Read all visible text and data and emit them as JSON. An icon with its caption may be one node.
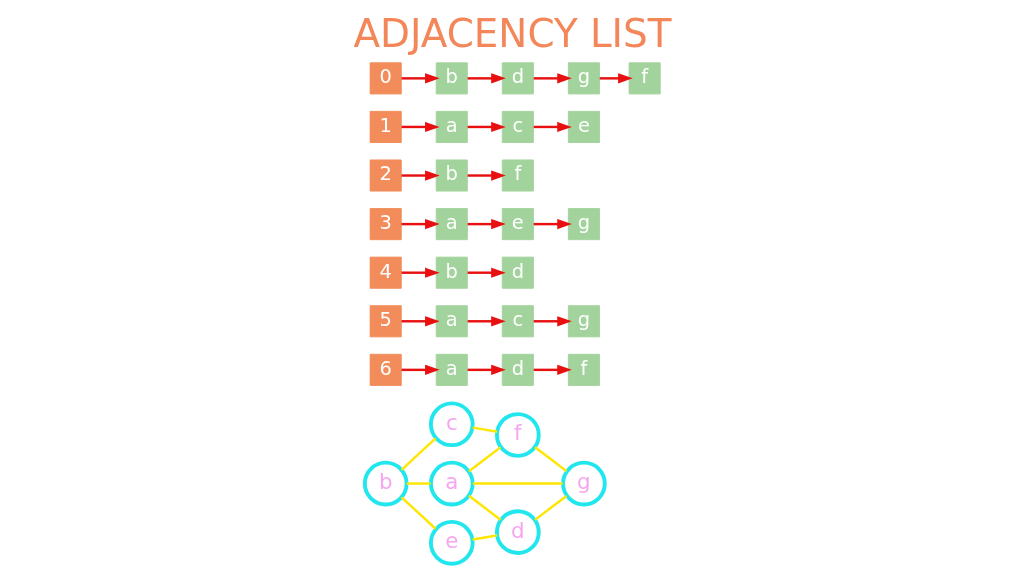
{
  "diagram": {
    "title": "ADJACENCY LIST",
    "nodes": [
      {
        "text": [
          "0"
        ]
      },
      {
        "text": [
          "b"
        ]
      },
      {
        "text": [
          "d"
        ]
      },
      {
        "text": [
          "g"
        ]
      },
      {
        "text": [
          "f"
        ]
      },
      {
        "text": [
          "1"
        ]
      },
      {
        "text": [
          "a"
        ]
      },
      {
        "text": [
          "c"
        ]
      },
      {
        "text": [
          "e"
        ]
      },
      {
        "text": [
          "2"
        ]
      },
      {
        "text": [
          "b"
        ]
      },
      {
        "text": [
          "f"
        ]
      },
      {
        "text": [
          "3"
        ]
      },
      {
        "text": [
          "a"
        ]
      },
      {
        "text": [
          "e"
        ]
      },
      {
        "text": [
          "g"
        ]
      },
      {
        "text": [
          "4"
        ]
      },
      {
        "text": [
          "b"
        ]
      },
      {
        "text": [
          "d"
        ]
      },
      {
        "text": [
          "5"
        ]
      },
      {
        "text": [
          "a"
        ]
      },
      {
        "text": [
          "c"
        ]
      },
      {
        "text": [
          "g"
        ]
      },
      {
        "text": [
          "6"
        ]
      },
      {
        "text": [
          "a"
        ]
      },
      {
        "text": [
          "d"
        ]
      },
      {
        "text": [
          "f"
        ]
      },
      {
        "text": [
          "b"
        ]
      },
      {
        "text": [
          "c"
        ]
      },
      {
        "text": [
          "e"
        ]
      },
      {
        "text": [
          "a"
        ]
      },
      {
        "text": [
          "d"
        ]
      },
      {
        "text": [
          "f"
        ]
      },
      {
        "text": [
          "g"
        ]
      }
    ],
    "edges": [
      {
        "from": 0,
        "to": 1,
        "arrow": "to"
      },
      {
        "from": 1,
        "to": 2,
        "arrow": "to"
      },
      {
        "from": 2,
        "to": 3,
        "arrow": "to"
      },
      {
        "from": 3,
        "to": 4,
        "arrow": "to"
      },
      {
        "from": 5,
        "to": 6,
        "arrow": "to"
      },
      {
        "from": 6,
        "to": 7,
        "arrow": "to"
      },
      {
        "from": 7,
        "to": 8,
        "arrow": "to"
      },
      {
        "from": 9,
        "to": 10,
        "arrow": "to"
      },
      {
        "from": 10,
        "to": 11,
        "arrow": "to"
      },
      {
        "from": 12,
        "to": 13,
        "arrow": "to"
      },
      {
        "from": 13,
        "to": 14,
        "arrow": "to"
      },
      {
        "from": 14,
        "to": 15,
        "arrow": "to"
      },
      {
        "from": 16,
        "to": 17,
        "arrow": "to"
      },
      {
        "from": 17,
        "to": 18,
        "arrow": "to"
      },
      {
        "from": 19,
        "to": 20,
        "arrow": "to"
      },
      {
        "from": 20,
        "to": 21,
        "arrow": "to"
      },
      {
        "from": 21,
        "to": 22,
        "arrow": "to"
      },
      {
        "from": 23,
        "to": 24,
        "arrow": "to"
      },
      {
        "from": 24,
        "to": 25,
        "arrow": "to"
      },
      {
        "from": 25,
        "to": 26,
        "arrow": "to"
      },
      {
        "from": 27,
        "to": 29,
        "arrow": "none",
        "color": "#ffe600"
      },
      {
        "from": 27,
        "to": 28,
        "arrow": "none",
        "color": "#ffe600"
      },
      {
        "from": 27,
        "to": 30,
        "arrow": "none",
        "color": "#ffe600"
      },
      {
        "from": 29,
        "to": 31,
        "arrow": "none",
        "color": "#ffe600"
      },
      {
        "from": 28,
        "to": 32,
        "arrow": "none",
        "color": "#ffe600"
      },
      {
        "from": 30,
        "to": 31,
        "arrow": "none",
        "color": "#ffe600"
      },
      {
        "from": 30,
        "to": 32,
        "arrow": "none",
        "color": "#ffe600"
      },
      {
        "from": 30,
        "to": 33,
        "arrow": "none",
        "color": "#ffe600"
      },
      {
        "from": 31,
        "to": 33,
        "arrow": "none",
        "color": "#ffe600"
      },
      {
        "from": 32,
        "to": 33,
        "arrow": "none",
        "color": "#ffe600"
      }
    ]
  }
}
